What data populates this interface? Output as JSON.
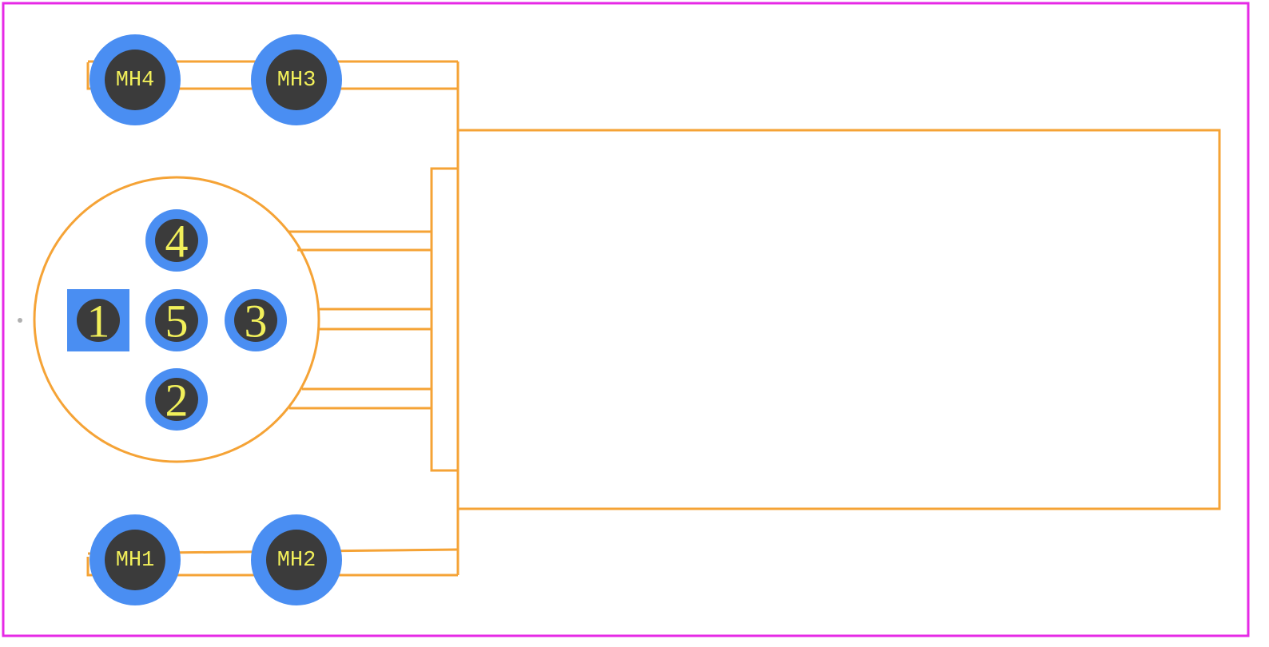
{
  "colors": {
    "board_outline": "#e629e6",
    "silkscreen": "#f5a336",
    "pad": "#4a8ef2",
    "drill": "#3b3b3b",
    "pad_text": "#f2f05a",
    "origin_marker": "#b0b0b0"
  },
  "pads": {
    "pin1": "1",
    "pin2": "2",
    "pin3": "3",
    "pin4": "4",
    "pin5": "5"
  },
  "mounting_holes": {
    "mh1": "MH1",
    "mh2": "MH2",
    "mh3": "MH3",
    "mh4": "MH4"
  }
}
